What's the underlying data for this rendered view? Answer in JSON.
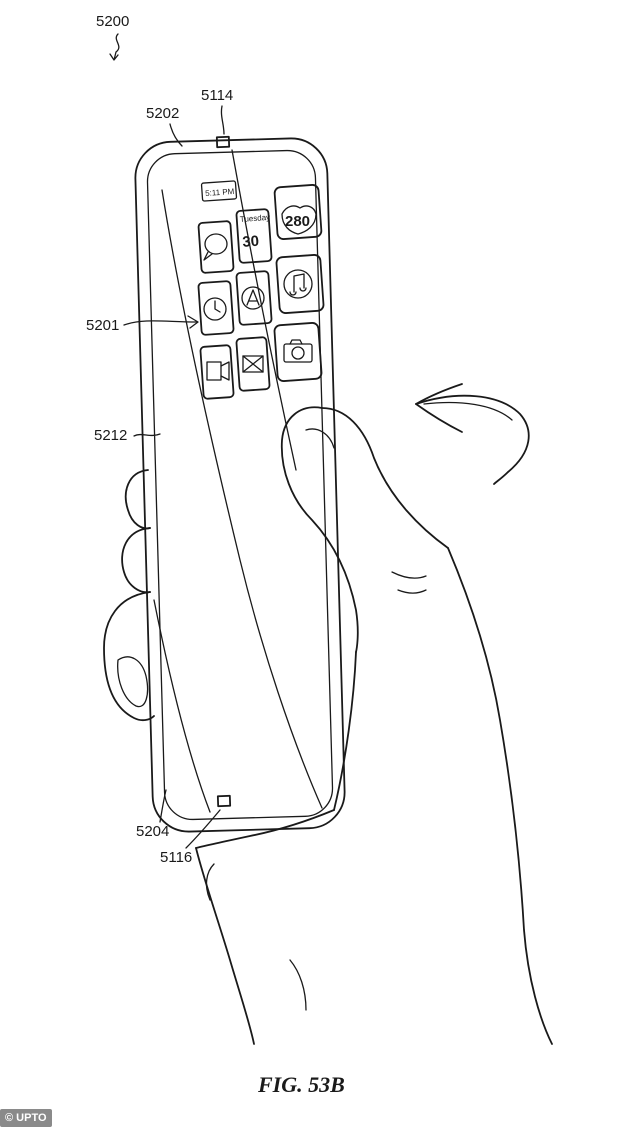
{
  "figure": {
    "caption": "FIG. 53B",
    "labels": {
      "device": "5200",
      "top_edge": "5202",
      "top_sensor": "5114",
      "icons_region": "5201",
      "display": "5212",
      "bottom_edge": "5204",
      "bottom_sensor": "5116"
    },
    "screen": {
      "status_time": "5:11 PM",
      "calendar_day": "Tuesday",
      "calendar_date": "30",
      "highway_sign": "280"
    },
    "icons": [
      "messages-icon",
      "calendar-icon",
      "maps-highway-icon",
      "clock-icon",
      "app-store-icon",
      "music-icon",
      "video-icon",
      "mail-icon",
      "camera-icon"
    ],
    "gesture": "rotate-arrow-icon"
  },
  "watermark": "© UPTO"
}
